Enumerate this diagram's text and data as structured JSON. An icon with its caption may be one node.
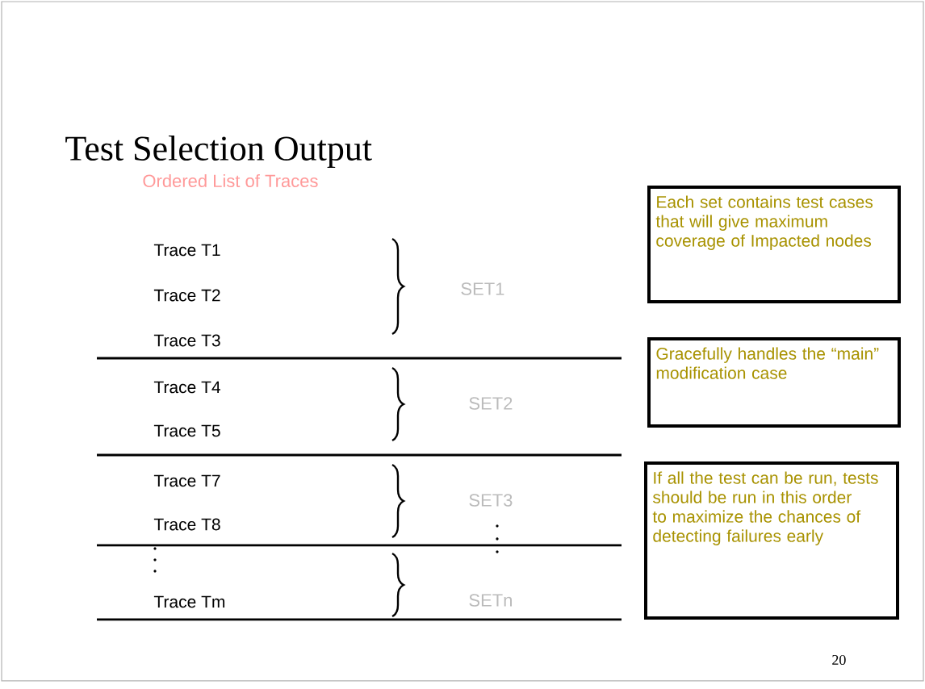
{
  "diagram": {
    "title": "Test Selection Output",
    "nodes": [
      {
        "text": [
          "Each set contains test cases that will give maximum coverage of Impacted nodes"
        ]
      },
      {
        "text": [
          "Gracefully handles the “main” modification case"
        ]
      },
      {
        "text": [
          "If all the test can be run, tests should be run in this order to maximize the chances of detecting failures early"
        ]
      }
    ],
    "edges": [],
    "labels": [
      "Ordered List of Traces",
      "Trace T1",
      "Trace T2",
      "Trace T3",
      "SET1",
      "Trace T4",
      "Trace T5",
      "SET2",
      "Trace T7",
      "Trace T8",
      "SET3",
      "Trace Tm",
      "SETn",
      "20"
    ]
  }
}
